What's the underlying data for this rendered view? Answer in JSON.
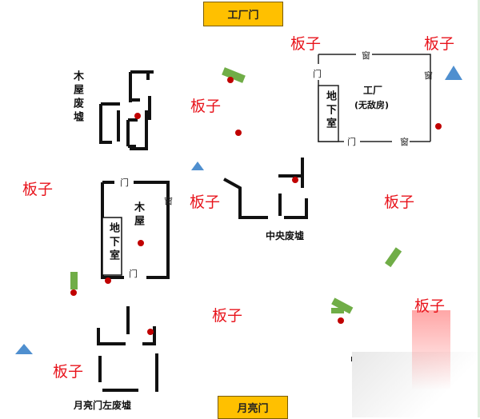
{
  "gates": {
    "factory_gate": "工厂门",
    "moon_gate": "月亮门"
  },
  "pallet_label": "板子",
  "pallets": [
    "板子",
    "板子",
    "板子",
    "板子",
    "板子",
    "板子",
    "板子",
    "板子",
    "板子"
  ],
  "factory": {
    "name": "工厂",
    "subtitle": "(无敌房)",
    "basement": "地下室",
    "door": "门",
    "window": "窗"
  },
  "wood_house": {
    "name": "木屋",
    "basement": "地下室",
    "door": "门",
    "window": "窗"
  },
  "areas": {
    "wood_ruins": "木屋废墟",
    "central_ruins": "中央废墟",
    "moon_left_ruins": "月亮门左废墟"
  },
  "colors": {
    "pallet_text": "#e8141c",
    "gate": "#FFC000",
    "pallet": "#70ad47",
    "spawn": "#c00000",
    "hunter": "#4f8fcf"
  }
}
